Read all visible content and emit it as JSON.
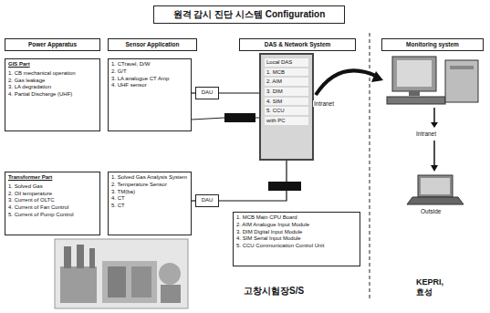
{
  "diagram": {
    "title": "원격 감시 진단 시스템 Configuration",
    "nodes": [
      {
        "text": [
          "Power Apparatus"
        ]
      },
      {
        "text": [
          "Sensor Application"
        ]
      },
      {
        "text": [
          "DAS & Network System"
        ]
      },
      {
        "text": [
          "Monitoring system"
        ]
      },
      {
        "text": [
          "GIS Part",
          "1. CB mechanical operation",
          "2. Gas leakage",
          "3. LA degradation",
          "4. Partial Discharge (UHF)"
        ]
      },
      {
        "text": [
          "1. CTravel, D/W",
          "2. G/T",
          "3. LA analogue CT Amp",
          "4. UHF sensor"
        ]
      },
      {
        "text": [
          "DAU"
        ]
      },
      {
        "text": [
          "Local DAS",
          "1. MCB",
          "2. AIM",
          "3. DIM",
          "4. SIM",
          "5. CCU",
          "with PC"
        ]
      },
      {
        "text": [
          "Transformer Part",
          "1. Solved Gas",
          "2. Oil temperature",
          "3. Current of OLTC",
          "4. Current of Fan Control",
          "5. Current of Pump Control"
        ]
      },
      {
        "text": [
          "1. Solved Gas Analysis System",
          "2. Temperature Sensor",
          "3. TM(ba)",
          "4. CT",
          "5. CT"
        ]
      },
      {
        "text": [
          "DAU"
        ]
      },
      {
        "text": [
          "1. MCB Main CPU Board",
          "2. AIM Analogue Input Module",
          "3. DIM Digital Input Module",
          "4. SIM Serial Input Module",
          "5. CCU Communication Control Unit"
        ]
      }
    ],
    "edges": [
      {
        "from": 5,
        "to": 6,
        "arrow": "none"
      },
      {
        "from": 6,
        "to": 7,
        "arrow": "none"
      },
      {
        "from": 9,
        "to": 10,
        "arrow": "none"
      },
      {
        "from": 10,
        "to": 7,
        "arrow": "none"
      }
    ],
    "labels": [
      "Intranet",
      "Intranet",
      "Outside",
      "고창시험장S/S",
      "KEPRI, 효성"
    ]
  }
}
